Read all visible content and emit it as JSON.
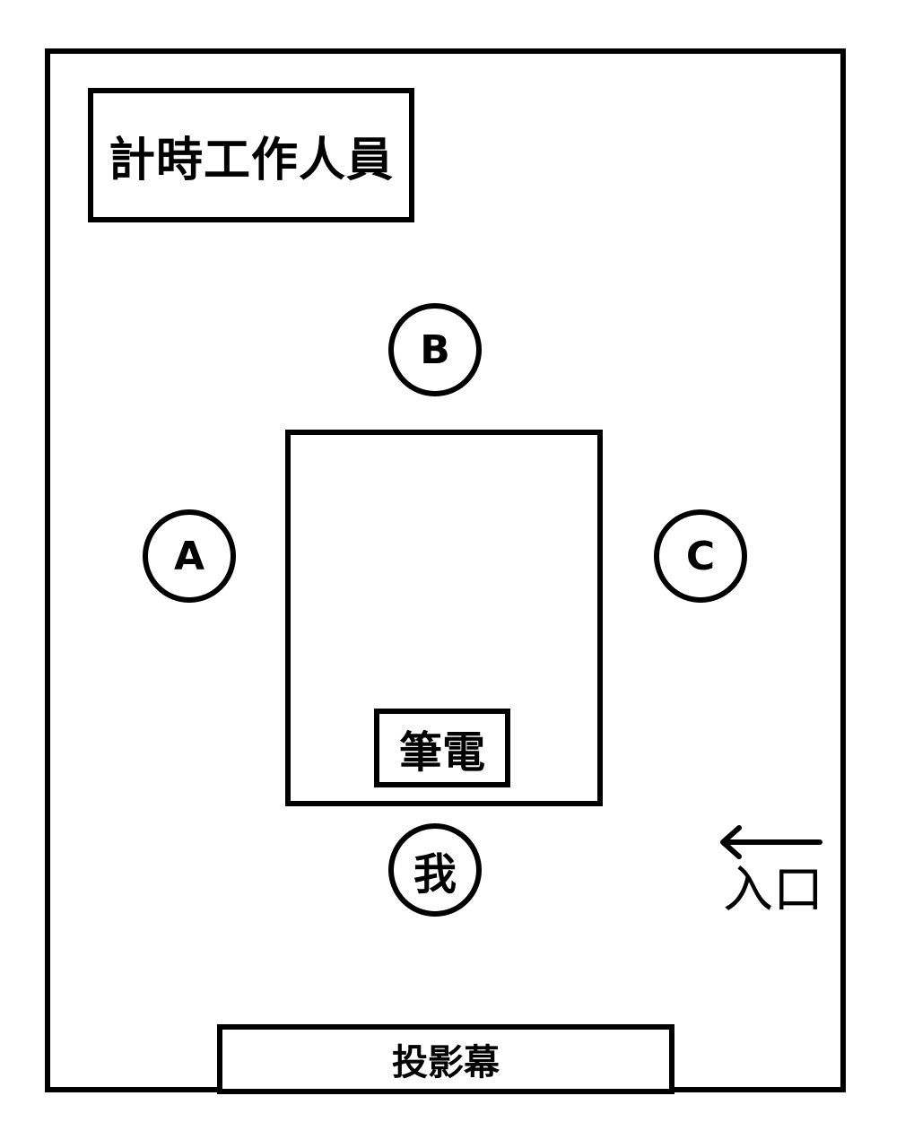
{
  "labels": {
    "staff": "計時工作人員",
    "laptop": "筆電",
    "screen": "投影幕",
    "entrance": "入口"
  },
  "seats": {
    "a": "A",
    "b": "B",
    "c": "C",
    "me": "我"
  }
}
